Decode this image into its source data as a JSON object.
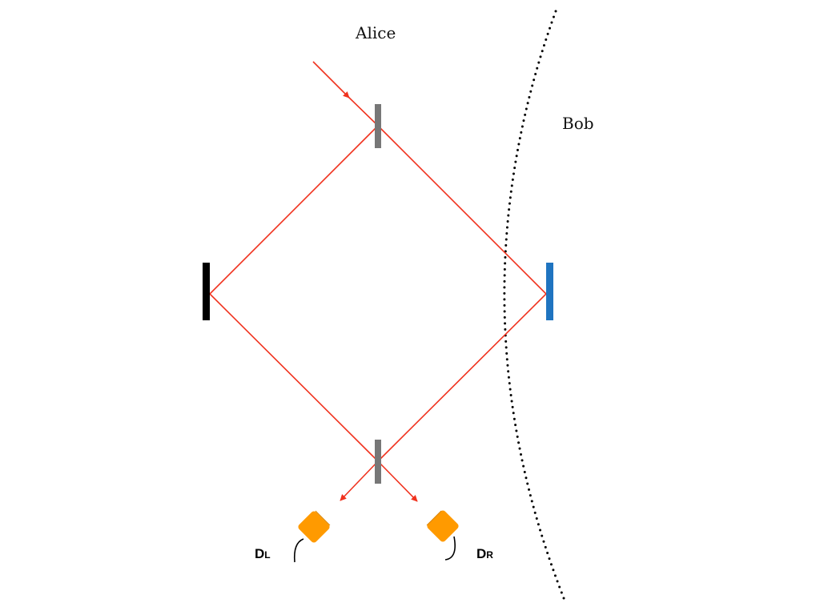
{
  "labels": {
    "alice": "Alice",
    "bob": "Bob",
    "detector_left_main": "D",
    "detector_left_sub": "L",
    "detector_right_main": "D",
    "detector_right_sub": "R"
  },
  "colors": {
    "beam": "#f0321e",
    "splitter": "#777777",
    "left_mirror": "#000000",
    "right_mirror": "#1f74c0",
    "detector": "#ff9a00",
    "boundary": "#000000"
  }
}
